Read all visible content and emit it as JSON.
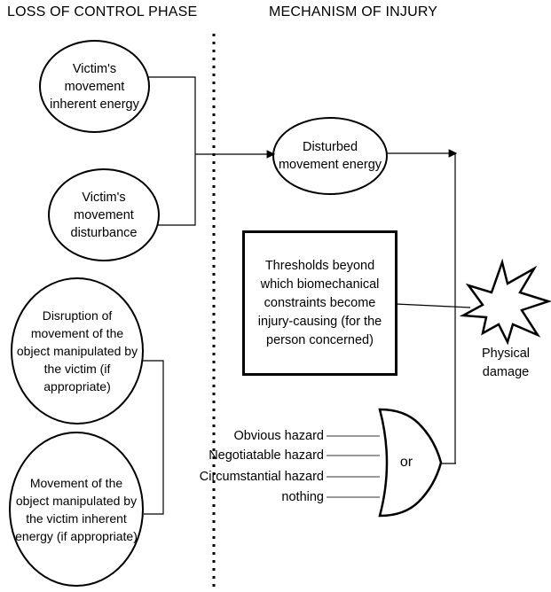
{
  "headers": {
    "left": "LOSS OF CONTROL PHASE",
    "right": "MECHANISM OF INJURY"
  },
  "nodes": {
    "inherent_energy": "Victim's movement inherent energy",
    "disturbance": "Victim's movement disturbance",
    "object_disruption": "Disruption of movement of the object manipulated by the victim (if appropriate)",
    "object_energy": "Movement of the object manipulated by the victim inherent energy (if appropriate)",
    "disturbed_energy": "Disturbed movement energy",
    "thresholds": "Thresholds beyond which biomechanical constraints become injury-causing (for the person concerned)",
    "physical_damage": "Physical damage"
  },
  "hazards": [
    "Obvious hazard",
    "Negotiatable hazard",
    "Circumstantial hazard",
    "nothing"
  ],
  "gate_label": "or"
}
